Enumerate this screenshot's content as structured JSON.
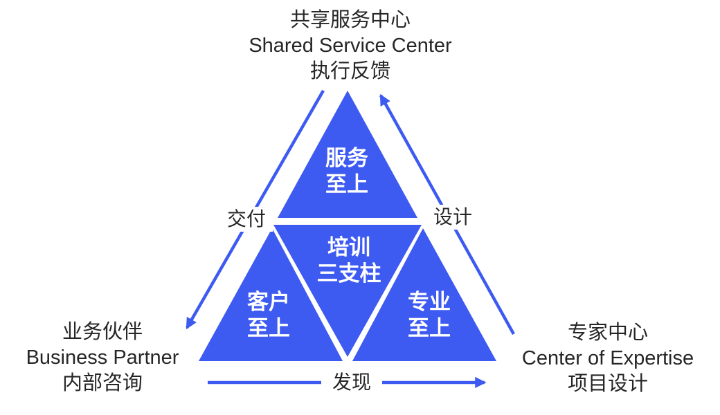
{
  "colors": {
    "primary_blue": "#3D5AF1",
    "dark_text": "#262626",
    "triangle_text": "#FFFFFF",
    "background": "#FFFFFF"
  },
  "corner_labels": {
    "top": {
      "lines": [
        "共享服务中心",
        "Shared Service Center",
        "执行反馈"
      ]
    },
    "bottom_left": {
      "lines": [
        "业务伙伴",
        "Business Partner",
        "内部咨询"
      ]
    },
    "bottom_right": {
      "lines": [
        "专家中心",
        "Center of Expertise",
        "项目设计"
      ]
    }
  },
  "pyramid": {
    "top": {
      "lines": [
        "服务",
        "至上"
      ]
    },
    "center": {
      "lines": [
        "培训",
        "三支柱"
      ]
    },
    "bottom_left": {
      "lines": [
        "客户",
        "至上"
      ]
    },
    "bottom_right": {
      "lines": [
        "专业",
        "至上"
      ]
    }
  },
  "edge_labels": {
    "left": "交付",
    "right": "设计",
    "bottom": "发现"
  },
  "arrows": {
    "left": "top-to-bottom-left",
    "right": "bottom-right-to-top",
    "bottom": "left-to-right"
  }
}
